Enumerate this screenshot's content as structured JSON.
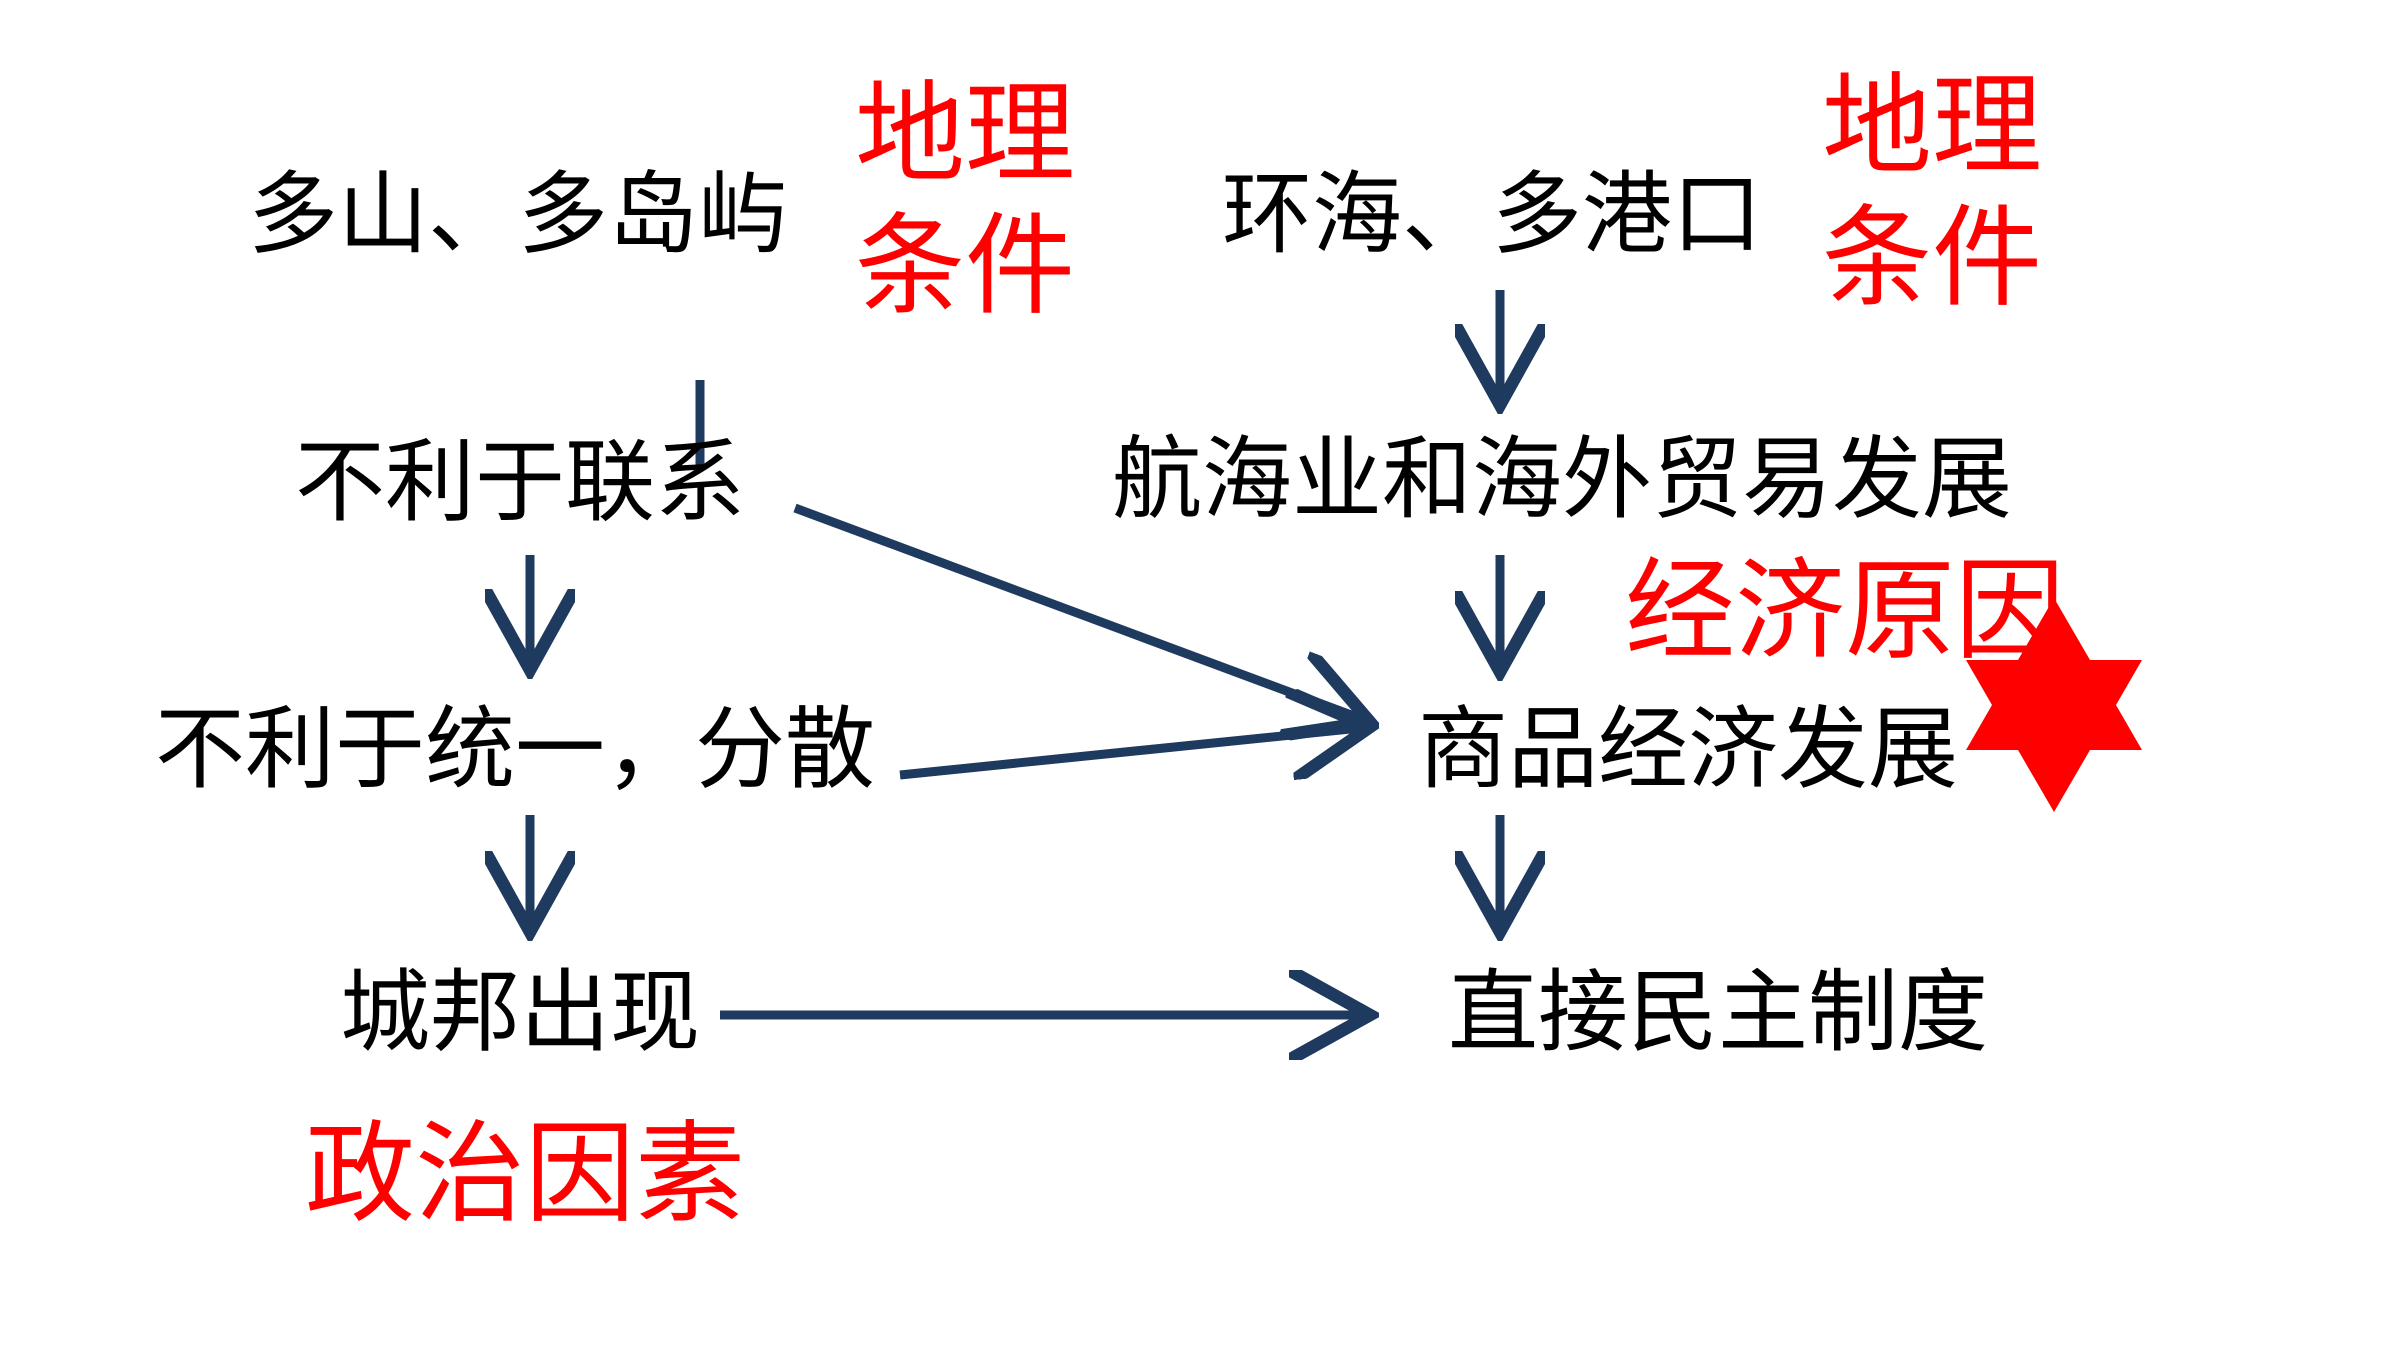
{
  "nodes": {
    "left_1": "多山、多岛屿",
    "left_2": "不利于联系",
    "left_3": "不利于统一，分散",
    "left_4": "城邦出现",
    "right_1": "环海、多港口",
    "right_2": "航海业和海外贸易发展",
    "right_3": "商品经济发展",
    "right_4": "直接民主制度"
  },
  "tags": {
    "geo_left_line1": "地理",
    "geo_left_line2": "条件",
    "geo_right_line1": "地理",
    "geo_right_line2": "条件",
    "economic": "经济原因",
    "political": "政治因素"
  },
  "colors": {
    "arrow": "#1f3a5f",
    "tag": "#ff0000",
    "star": "#ff0000",
    "text": "#000000"
  },
  "icons": {
    "star": "six-pointed-star-icon"
  }
}
